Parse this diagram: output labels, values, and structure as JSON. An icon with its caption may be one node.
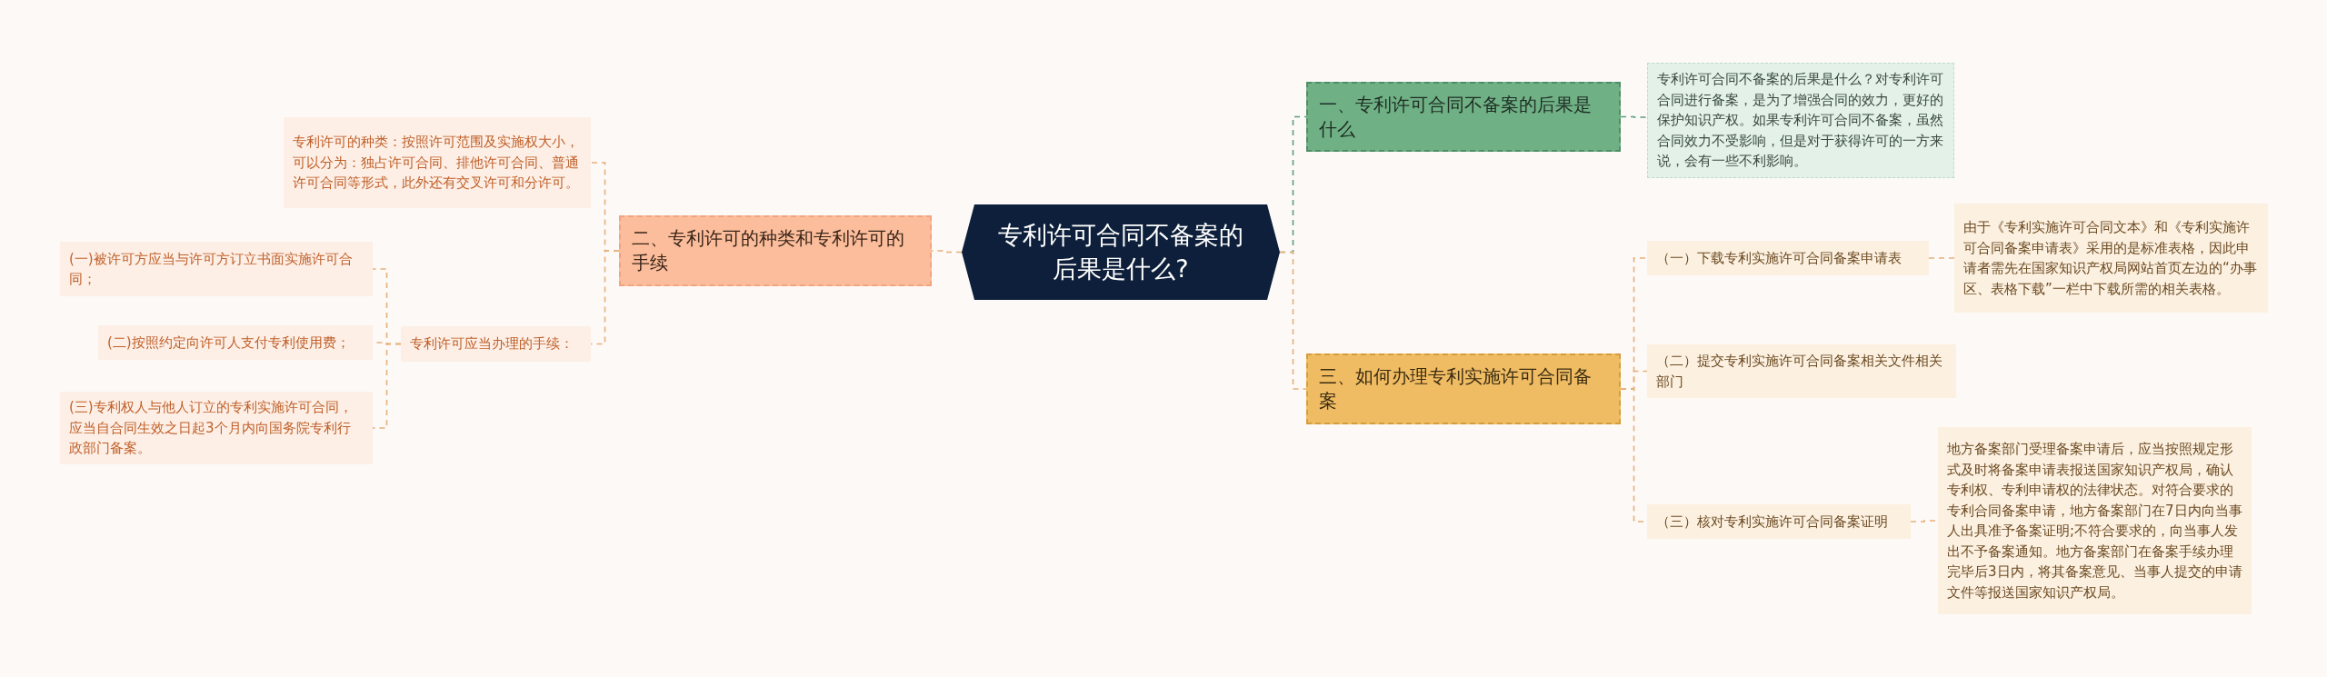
{
  "diagram": {
    "nodes": [
      {
        "text": [
          "专利许可合同不备案的后果是什么?"
        ]
      },
      {
        "text": [
          "一、专利许可合同不备案的后果是什么"
        ]
      },
      {
        "text": [
          "专利许可合同不备案的后果是什么？对专利许可合同进行备案，是为了增强合同的效力，更好的保护知识产权。如果专利许可合同不备案，虽然合同效力不受影响，但是对于获得许可的一方来说，会有一些不利影响。"
        ]
      },
      {
        "text": [
          "三、如何办理专利实施许可合同备案"
        ]
      },
      {
        "text": [
          "（一）下载专利实施许可合同备案申请表"
        ]
      },
      {
        "text": [
          "由于《专利实施许可合同文本》和《专利实施许可合同备案申请表》采用的是标准表格，因此申请者需先在国家知识产权局网站首页左边的“办事区、表格下载”一栏中下载所需的相关表格。"
        ]
      },
      {
        "text": [
          "（二）提交专利实施许可合同备案相关文件相关部门"
        ]
      },
      {
        "text": [
          "（三）核对专利实施许可合同备案证明"
        ]
      },
      {
        "text": [
          "地方备案部门受理备案申请后，应当按照规定形式及时将备案申请表报送国家知识产权局，确认专利权、专利申请权的法律状态。对符合要求的专利合同备案申请，地方备案部门在7日内向当事人出具准予备案证明;不符合要求的，向当事人发出不予备案通知。地方备案部门在备案手续办理完毕后3日内，将其备案意见、当事人提交的申请文件等报送国家知识产权局。"
        ]
      },
      {
        "text": [
          "二、专利许可的种类和专利许可的手续"
        ]
      },
      {
        "text": [
          "专利许可的种类：按照许可范围及实施权大小，可以分为：独占许可合同、排他许可合同、普通许可合同等形式，此外还有交叉许可和分许可。"
        ]
      },
      {
        "text": [
          "专利许可应当办理的手续："
        ]
      },
      {
        "text": [
          "(一)被许可方应当与许可方订立书面实施许可合同；"
        ]
      },
      {
        "text": [
          "(二)按照约定向许可人支付专利使用费；"
        ]
      },
      {
        "text": [
          "(三)专利权人与他人订立的专利实施许可合同，应当自合同生效之日起3个月内向国务院专利行政部门备案。"
        ]
      }
    ],
    "edges": [
      {
        "from": 0,
        "to": 1,
        "arrow": "none",
        "color": "#5e9e7c"
      },
      {
        "from": 0,
        "to": 3,
        "arrow": "none"
      },
      {
        "from": 0,
        "to": 9,
        "arrow": "none"
      },
      {
        "from": 1,
        "to": 2,
        "arrow": "none",
        "color": "#5e9e7c"
      },
      {
        "from": 3,
        "to": 4,
        "arrow": "none"
      },
      {
        "from": 3,
        "to": 6,
        "arrow": "none"
      },
      {
        "from": 3,
        "to": 7,
        "arrow": "none"
      },
      {
        "from": 4,
        "to": 5,
        "arrow": "none"
      },
      {
        "from": 7,
        "to": 8,
        "arrow": "none"
      },
      {
        "from": 9,
        "to": 10,
        "arrow": "none"
      },
      {
        "from": 9,
        "to": 11,
        "arrow": "none"
      },
      {
        "from": 11,
        "to": 12,
        "arrow": "none"
      },
      {
        "from": 11,
        "to": 13,
        "arrow": "none"
      },
      {
        "from": 11,
        "to": 14,
        "arrow": "none"
      }
    ]
  }
}
